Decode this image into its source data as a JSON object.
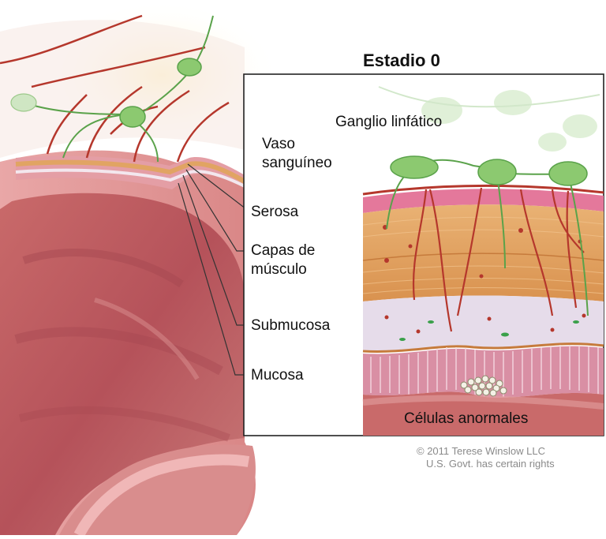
{
  "figure": {
    "title": "Estadio 0",
    "labels": {
      "lymph_node": "Ganglio linfático",
      "vessel_line1": "Vaso",
      "vessel_line2": "sanguíneo",
      "serosa": "Serosa",
      "muscle_line1": "Capas de",
      "muscle_line2": "músculo",
      "submucosa": "Submucosa",
      "mucosa": "Mucosa",
      "abnormal_cells": "Células anormales"
    },
    "credit_line1": "© 2011 Terese Winslow LLC",
    "credit_line2": "U.S. Govt. has certain rights"
  },
  "colors": {
    "tissue_pink": "#d88f8f",
    "muscle_orange": "#e1a463",
    "serosa_pink": "#e4789b",
    "submucosa_lavender": "#e6dcea",
    "mucosa_pink": "#d98fa4",
    "vessel_red": "#b5372c",
    "lymph_green": "#8cc970"
  }
}
